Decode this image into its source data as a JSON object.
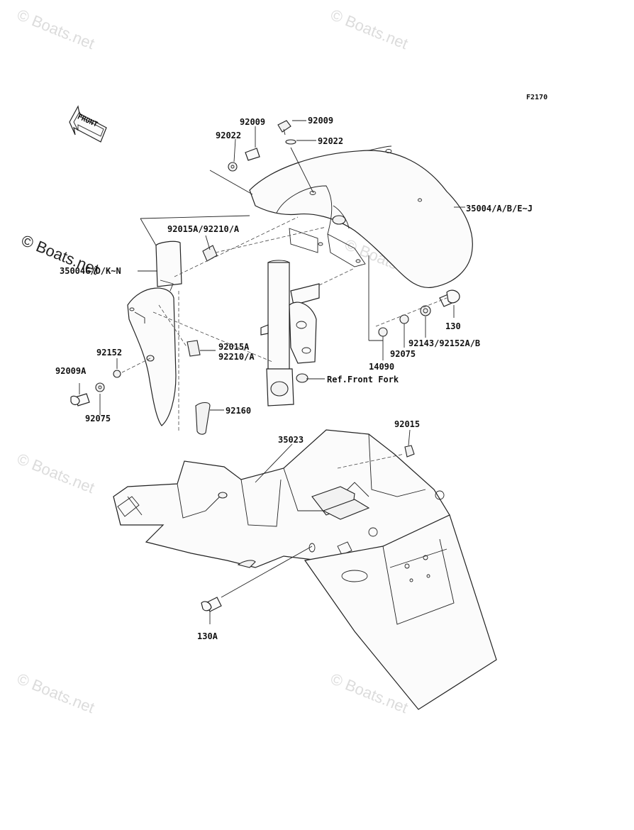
{
  "diagram": {
    "code": "F2170",
    "front_arrow": "FRONT",
    "labels": {
      "p92009a": "92009",
      "p92009b": "92009",
      "p92022a": "92022",
      "p92022b": "92022",
      "p35004": "35004/A/B/E~J",
      "p92015a_top": "92015A/92210/A",
      "p35004g": "35004G/D/K~N",
      "p130": "130",
      "p92143": "92143/92152A/B",
      "p92075a": "92075",
      "p14090": "14090",
      "p92015a_mid1": "92015A",
      "p92015a_mid2": "92210/A",
      "p92152": "92152",
      "p92009a_left": "92009A",
      "p92075b": "92075",
      "p92160": "92160",
      "ref_front_fork": "Ref.Front Fork",
      "p35023": "35023",
      "p92015": "92015",
      "p130a": "130A"
    }
  },
  "watermark": {
    "text": "© Boats.net"
  }
}
